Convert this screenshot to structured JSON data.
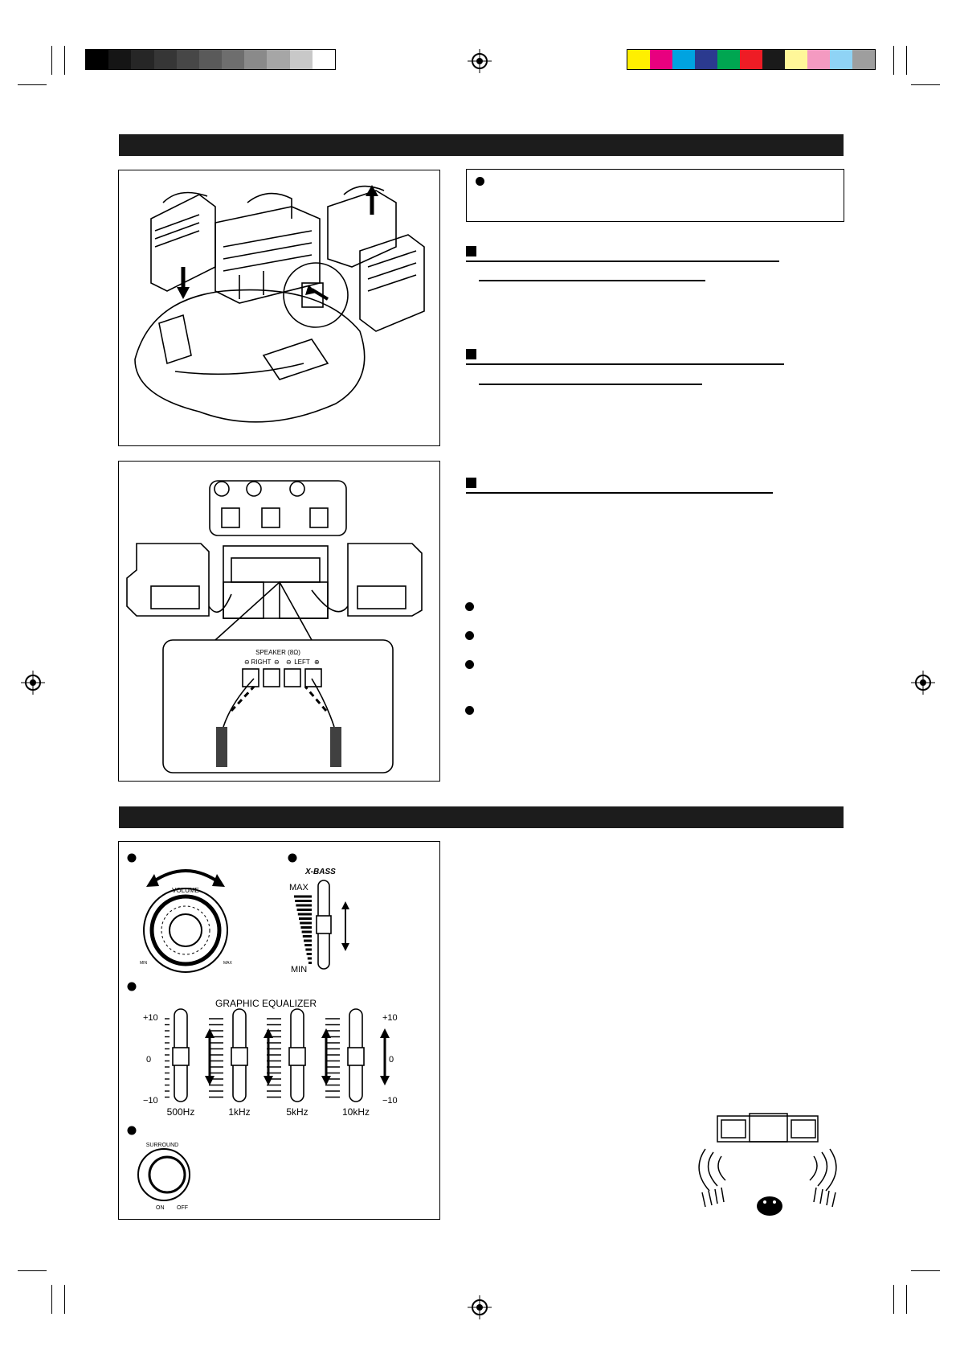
{
  "registration": {
    "gray_swatches": [
      "#000000",
      "#151515",
      "#262626",
      "#363636",
      "#474747",
      "#5a5a5a",
      "#6e6e6e",
      "#8a8a8a",
      "#a6a6a6",
      "#c8c8c8",
      "#ffffff"
    ],
    "color_swatches": [
      "#ffef00",
      "#e8007f",
      "#00a3e0",
      "#2b3a8f",
      "#00a651",
      "#ee1c25",
      "#1a1a1a",
      "#fff799",
      "#f49ac1",
      "#8fd3f5",
      "#9e9e9e"
    ]
  },
  "figure_speaker_terminals": {
    "title": "SPEAKER (8Ω)",
    "right_label": "RIGHT",
    "left_label": "LEFT",
    "minus": "⊖",
    "plus": "⊕"
  },
  "controls": {
    "volume_label": "VOLUME",
    "volume_min": "MIN",
    "volume_max": "MAX",
    "xbass_label": "X-BASS",
    "xbass_max": "MAX",
    "xbass_min": "MIN",
    "eq_title": "GRAPHIC EQUALIZER",
    "eq_plus": "+10",
    "eq_zero": "0",
    "eq_minus": "−10",
    "eq_bands": [
      "500Hz",
      "1kHz",
      "5kHz",
      "10kHz"
    ],
    "surround_label": "SURROUND",
    "surround_on": "ON",
    "surround_off": "OFF"
  }
}
